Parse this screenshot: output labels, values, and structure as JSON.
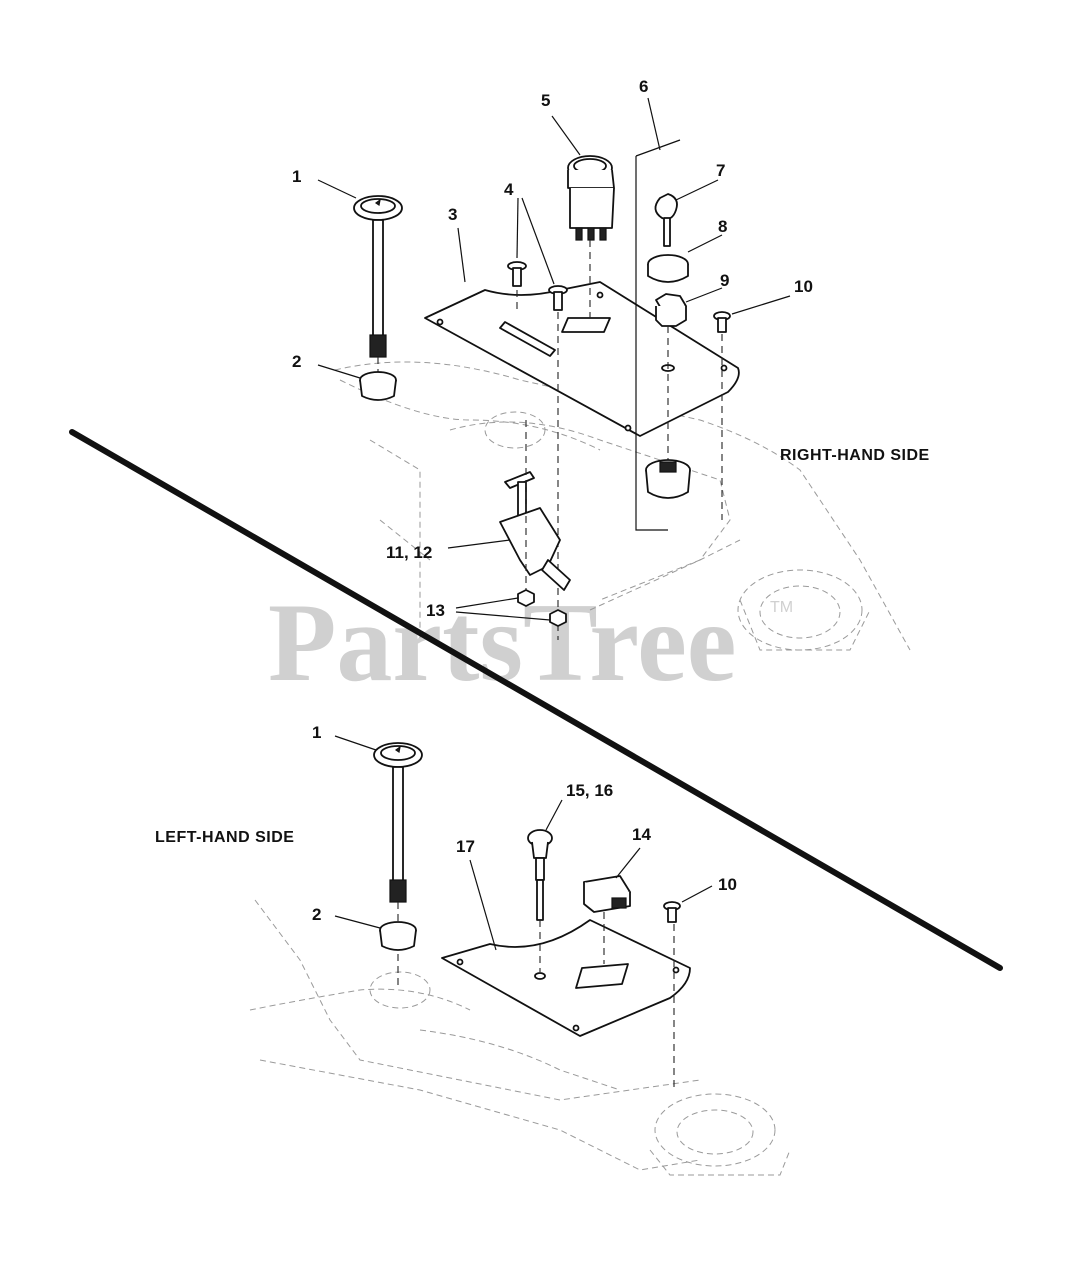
{
  "watermark": {
    "text": "PartsTree",
    "tm": "TM"
  },
  "sections": {
    "right_hand_label": "RIGHT-HAND SIDE",
    "left_hand_label": "LEFT-HAND SIDE"
  },
  "callouts": {
    "rh": {
      "c1": "1",
      "c2": "2",
      "c3": "3",
      "c4": "4",
      "c5": "5",
      "c6": "6",
      "c7": "7",
      "c8": "8",
      "c9": "9",
      "c10": "10",
      "c11_12": "11, 12",
      "c13": "13"
    },
    "lh": {
      "c1": "1",
      "c2": "2",
      "c10": "10",
      "c14": "14",
      "c15_16": "15, 16",
      "c17": "17"
    }
  },
  "icons": [
    "dipstick-icon",
    "grommet-icon",
    "plate-icon",
    "switch-icon",
    "key-icon",
    "lever-icon",
    "nut-icon",
    "screw-icon",
    "choke-knob-icon"
  ],
  "colors": {
    "line": "#111111",
    "ghost": "#9a9a9a",
    "watermark": "#d0d0d0"
  }
}
